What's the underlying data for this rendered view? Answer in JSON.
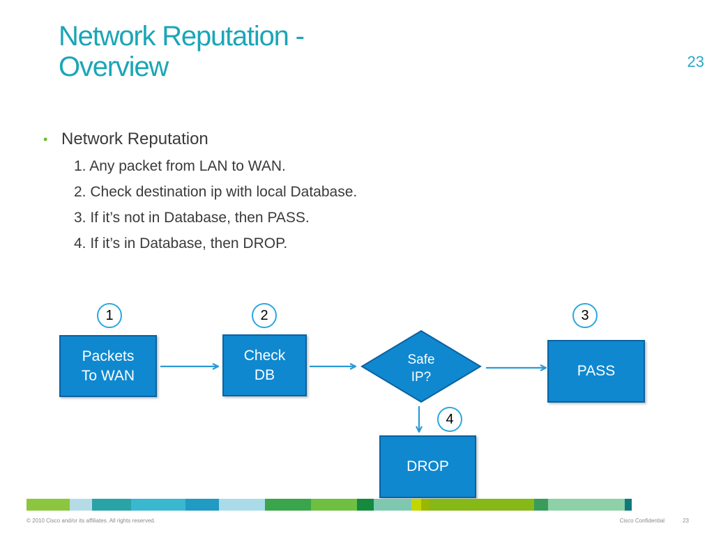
{
  "title_line1": "Network Reputation -",
  "title_line2": "Overview",
  "slide_number": "23",
  "bullet": "Network Reputation",
  "steps": [
    "1. Any packet from LAN to WAN.",
    "2. Check destination ip with local Database.",
    "3. If it’s not in Database, then PASS.",
    "4. If it’s in Database, then DROP."
  ],
  "diagram": {
    "nodes": {
      "packets": {
        "line1": "Packets",
        "line2": "To WAN"
      },
      "check": {
        "line1": "Check",
        "line2": "DB"
      },
      "decision": {
        "line1": "Safe",
        "line2": "IP?"
      },
      "pass": {
        "label": "PASS"
      },
      "drop": {
        "label": "DROP"
      }
    },
    "step_markers": [
      "1",
      "2",
      "3",
      "4"
    ],
    "colors": {
      "box_fill": "#0f88d0",
      "box_border": "#0a62a0",
      "arrow": "#2b9ad6",
      "marker_border": "#2aa7e0"
    }
  },
  "footer": {
    "copyright": "© 2010 Cisco and/or its affiliates. All rights reserved.",
    "confidential": "Cisco Confidential",
    "page": "23"
  }
}
